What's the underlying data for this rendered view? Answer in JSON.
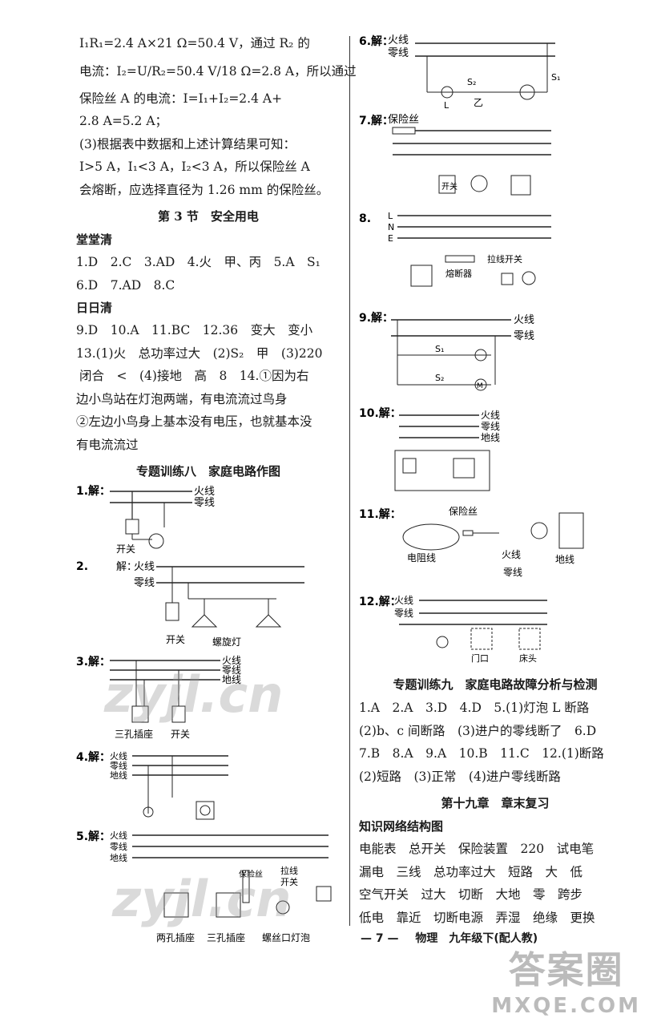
{
  "calc": {
    "l1": "I₁R₁=2.4 A×21 Ω=50.4 V，通过 R₂ 的",
    "l2": "电流：I₂=U/R₂=50.4 V/18 Ω=2.8 A，所以通过",
    "l3": "保险丝 A 的电流：I=I₁+I₂=2.4 A+",
    "l4": "2.8 A=5.2 A；",
    "l5": "(3)根据表中数据和上述计算结果可知：",
    "l6": "I>5 A，I₁<3 A，I₂<3 A，所以保险丝 A",
    "l7": "会熔断，应选择直径为 1.26 mm 的保险丝。"
  },
  "section3": {
    "title": "第 3 节　安全用电",
    "tangtang": "堂堂清",
    "a1": "1.D　2.C　3.AD　4.火　甲、丙　5.A　S₁",
    "a2": "6.D　7.AD　8.C",
    "riri": "日日清",
    "a3": "9.D　10.A　11.BC　12.36　变大　变小",
    "a4": "13.(1)火　总功率过大　(2)S₂　甲　(3)220",
    "a5": "闭合　<　(4)接地　高　8　14.①因为右",
    "a6": "边小鸟站在灯泡两端，有电流流过鸟身",
    "a7": "②左边小鸟身上基本没有电压，也就基本没",
    "a8": "有电流流过"
  },
  "training8": {
    "title": "专题训练八　家庭电路作图",
    "q1": "1.解：",
    "q2": "2.",
    "q2jie": "解：",
    "q3": "3.解：",
    "q4": "4.解：",
    "q5": "5.解：",
    "q6": "6.解：",
    "q7": "7.解：",
    "q8": "8.",
    "q9": "9.解：",
    "q10": "10.解：",
    "q11": "11.解：",
    "q12": "12.解："
  },
  "labels": {
    "huoxian": "火线",
    "lingxian": "零线",
    "dixian": "地线",
    "kaiguan": "开关",
    "luoxuandeng": "螺旋灯",
    "sankong": "三孔插座",
    "liangkong": "两孔插座",
    "baoxiansi": "保险丝",
    "laxian": "拉线",
    "luosi": "螺丝口灯泡",
    "rongduanqi": "熔断器",
    "laxiankaiguan": "拉线开关",
    "dianzuxian": "电阻线",
    "menkou": "门口",
    "chuangtou": "床头",
    "L": "L",
    "N": "N",
    "E": "E",
    "yi": "乙",
    "S1": "S₁",
    "S2": "S₂",
    "M": "M",
    "Lmark": "L"
  },
  "training9": {
    "title": "专题训练九　家庭电路故障分析与检测",
    "a1": "1.A　2.A　3.D　4.D　5.(1)灯泡 L 断路",
    "a2": "(2)b、c 间断路　(3)进户的零线断了　6.D",
    "a3": "7.B　8.A　9.A　10.B　11.C　12.(1)断路",
    "a4": "(2)短路　(3)正常　(4)进户零线断路"
  },
  "chapter19": {
    "title": "第十九章　章末复习",
    "sub": "知识网络结构图",
    "r1": "电能表　总开关　保险装置　220　试电笔",
    "r2": "漏电　三线　总功率过大　短路　大　低",
    "r3": "空气开关　过大　切断　大地　零　跨步",
    "r4": "低电　靠近　切断电源　弄湿　绝缘　更换"
  },
  "footer": {
    "page": "— 7 —",
    "subject": "物理　九年级下(配人教)"
  },
  "watermark": {
    "text": "zyjl.cn",
    "stamp_top": "答案圈",
    "stamp_bottom": "MXQE.COM"
  }
}
